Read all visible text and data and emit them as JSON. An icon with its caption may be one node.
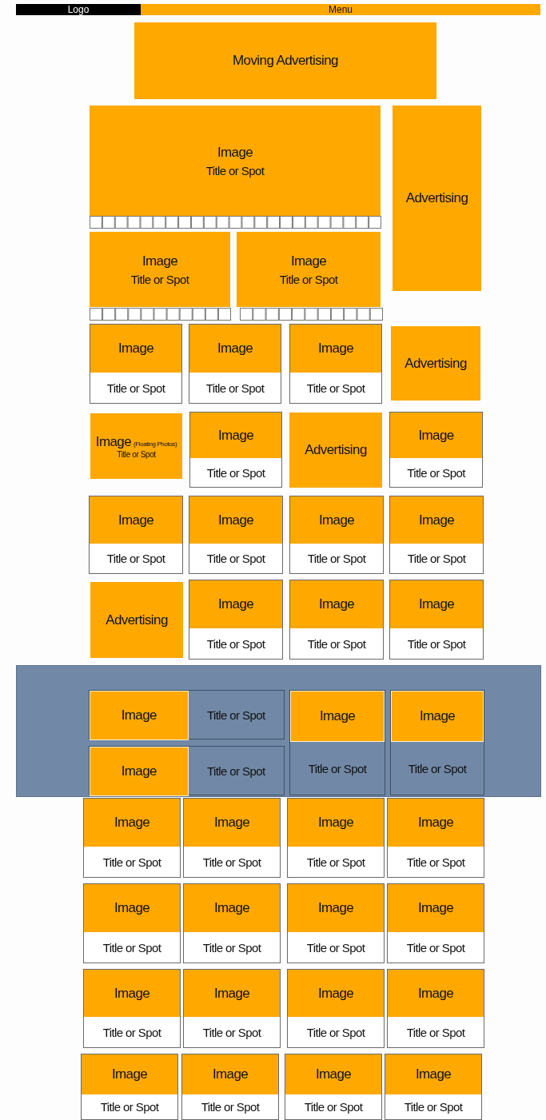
{
  "diagram": {
    "nodes": [
      {
        "text": [
          "Logo"
        ]
      },
      {
        "text": [
          "Menu"
        ]
      },
      {
        "text": [
          "Moving Advertising"
        ]
      },
      {
        "text": [
          "Image",
          "Title or Spot"
        ]
      },
      {
        "text": [
          "Advertising"
        ]
      },
      {
        "text": [
          "Image",
          "Title or Spot"
        ]
      },
      {
        "text": [
          "Image",
          "Title or Spot"
        ]
      },
      {
        "text": [
          "Image",
          "Title or Spot"
        ]
      },
      {
        "text": [
          "Image",
          "Title or Spot"
        ]
      },
      {
        "text": [
          "Image",
          "Title or Spot"
        ]
      },
      {
        "text": [
          "Advertising"
        ]
      },
      {
        "text": [
          "Image",
          "(Floating Photos)",
          "Title or Spot"
        ]
      },
      {
        "text": [
          "Image",
          "Title or Spot"
        ]
      },
      {
        "text": [
          "Advertising"
        ]
      },
      {
        "text": [
          "Image",
          "Title or Spot"
        ]
      },
      {
        "text": [
          "Image",
          "Title or Spot"
        ]
      },
      {
        "text": [
          "Image",
          "Title or Spot"
        ]
      },
      {
        "text": [
          "Image",
          "Title or Spot"
        ]
      },
      {
        "text": [
          "Image",
          "Title or Spot"
        ]
      },
      {
        "text": [
          "Advertising"
        ]
      },
      {
        "text": [
          "Image",
          "Title or Spot"
        ]
      },
      {
        "text": [
          "Image",
          "Title or Spot"
        ]
      },
      {
        "text": [
          "Image",
          "Title or Spot"
        ]
      },
      {
        "text": [],
        "shape": "box"
      },
      {
        "text": [
          "Image",
          "Title or Spot"
        ],
        "in": 23
      },
      {
        "text": [
          "Image",
          "Title or Spot"
        ],
        "in": 23
      },
      {
        "text": [
          "Image",
          "Title or Spot"
        ],
        "in": 23
      },
      {
        "text": [
          "Image",
          "Title or Spot"
        ],
        "in": 23
      },
      {
        "text": [
          "Image",
          "Title or Spot"
        ]
      },
      {
        "text": [
          "Image",
          "Title or Spot"
        ]
      },
      {
        "text": [
          "Image",
          "Title or Spot"
        ]
      },
      {
        "text": [
          "Image",
          "Title or Spot"
        ]
      },
      {
        "text": [
          "Image",
          "Title or Spot"
        ]
      },
      {
        "text": [
          "Image",
          "Title or Spot"
        ]
      },
      {
        "text": [
          "Image",
          "Title or Spot"
        ]
      },
      {
        "text": [
          "Image",
          "Title or Spot"
        ]
      },
      {
        "text": [
          "Image",
          "Title or Spot"
        ]
      },
      {
        "text": [
          "Image",
          "Title or Spot"
        ]
      },
      {
        "text": [
          "Image",
          "Title or Spot"
        ]
      },
      {
        "text": [
          "Image",
          "Title or Spot"
        ]
      },
      {
        "text": [
          "Image",
          "Title or Spot"
        ]
      },
      {
        "text": [
          "Image",
          "Title or Spot"
        ]
      },
      {
        "text": [
          "Image",
          "Title or Spot"
        ]
      },
      {
        "text": [
          "Image",
          "Title or Spot"
        ]
      }
    ]
  }
}
